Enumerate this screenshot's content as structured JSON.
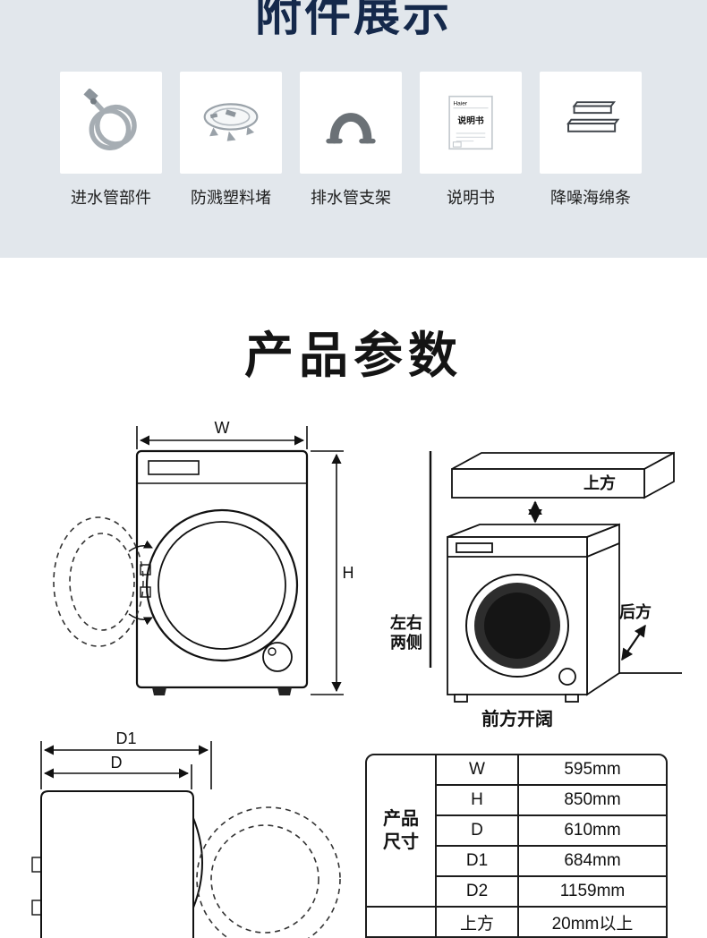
{
  "colors": {
    "section_bg": "#e2e7ec",
    "title_navy": "#15294b",
    "line_black": "#111111"
  },
  "accessories": {
    "title": "附件展示",
    "items": [
      {
        "icon": "inlet-hose-icon",
        "label": "进水管部件"
      },
      {
        "icon": "plastic-plug-icon",
        "label": "防溅塑料堵"
      },
      {
        "icon": "drain-bracket-icon",
        "label": "排水管支架"
      },
      {
        "icon": "manual-icon",
        "label": "说明书"
      },
      {
        "icon": "sponge-strips-icon",
        "label": "降噪海绵条"
      }
    ],
    "manual_brand": "Haier",
    "manual_title": "说明书"
  },
  "params": {
    "title": "产品参数",
    "front_view": {
      "width": "W",
      "height": "H"
    },
    "clearance": {
      "top": "上方",
      "sides_line1": "左右",
      "sides_line2": "两侧",
      "rear": "后方",
      "front": "前方开阔"
    },
    "top_view": {
      "d1": "D1",
      "d": "D"
    },
    "table": {
      "header": "产品尺寸",
      "rows": [
        {
          "key": "W",
          "value": "595mm"
        },
        {
          "key": "H",
          "value": "850mm"
        },
        {
          "key": "D",
          "value": "610mm"
        },
        {
          "key": "D1",
          "value": "684mm"
        },
        {
          "key": "D2",
          "value": "1159mm"
        },
        {
          "key": "上方",
          "value": "20mm以上"
        }
      ]
    }
  }
}
